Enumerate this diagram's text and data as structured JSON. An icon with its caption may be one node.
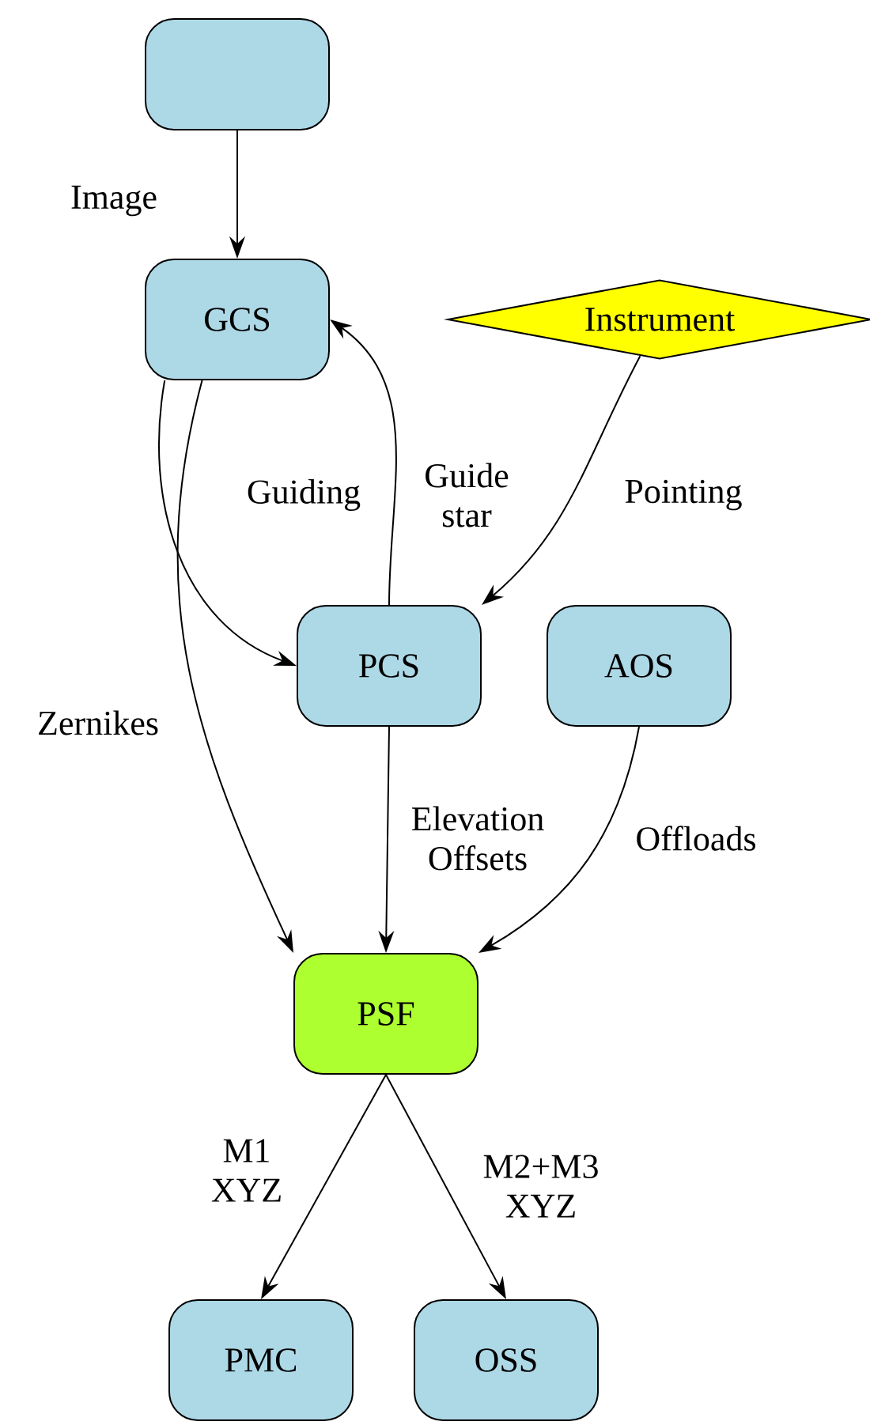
{
  "diagram": {
    "nodes": [
      {
        "text": [],
        "shape": "box"
      },
      {
        "text": [
          "GCS"
        ]
      },
      {
        "text": [
          "Instrument"
        ]
      },
      {
        "text": [
          "PCS"
        ]
      },
      {
        "text": [
          "AOS"
        ]
      },
      {
        "text": [
          "PSF"
        ]
      },
      {
        "text": [
          "PMC"
        ]
      },
      {
        "text": [
          "OSS"
        ]
      }
    ],
    "edges": [
      {
        "from": 0,
        "to": 1,
        "arrow": "to",
        "label": "Image"
      },
      {
        "from": 1,
        "to": 3,
        "arrow": "to",
        "label": "Guiding"
      },
      {
        "from": 3,
        "to": 1,
        "arrow": "to",
        "label": "Guide star"
      },
      {
        "from": 2,
        "to": 3,
        "arrow": "to",
        "label": "Pointing"
      },
      {
        "from": 1,
        "to": 5,
        "arrow": "to",
        "label": "Zernikes"
      },
      {
        "from": 3,
        "to": 5,
        "arrow": "to",
        "label": "Elevation Offsets"
      },
      {
        "from": 4,
        "to": 5,
        "arrow": "to",
        "label": "Offloads"
      },
      {
        "from": 5,
        "to": 6,
        "arrow": "to",
        "label": "M1 XYZ"
      },
      {
        "from": 5,
        "to": 7,
        "arrow": "to",
        "label": "M2+M3 XYZ"
      }
    ]
  }
}
